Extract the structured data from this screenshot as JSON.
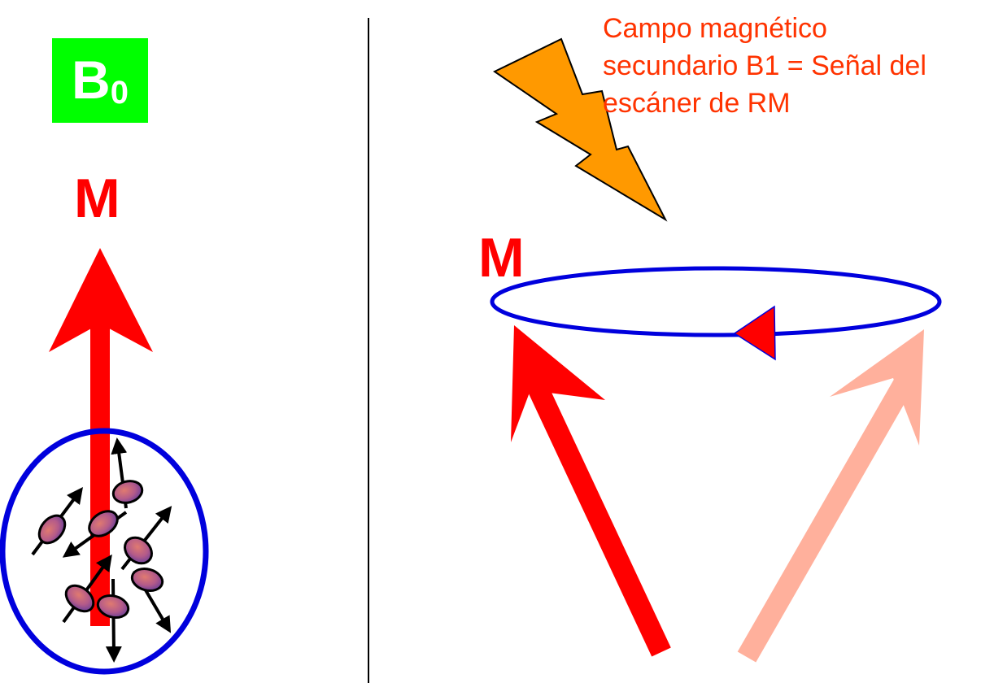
{
  "left_panel": {
    "field_label": "B",
    "field_subscript": "0",
    "magnetization_label": "M"
  },
  "right_panel": {
    "magnetization_label": "M",
    "caption_lines": [
      "Campo magnético",
      "secundario B1 = Señal del",
      "escáner de RM"
    ]
  },
  "colors": {
    "b0_box": "#00ff00",
    "magnetization": "#ff0000",
    "precession_path": "#0000dd",
    "faded_vector": "#ffb09c",
    "lightning": "#ff9900",
    "caption_text": "#ff3300"
  },
  "icons": [
    "lightning-bolt-icon",
    "proton-spin-icon"
  ]
}
